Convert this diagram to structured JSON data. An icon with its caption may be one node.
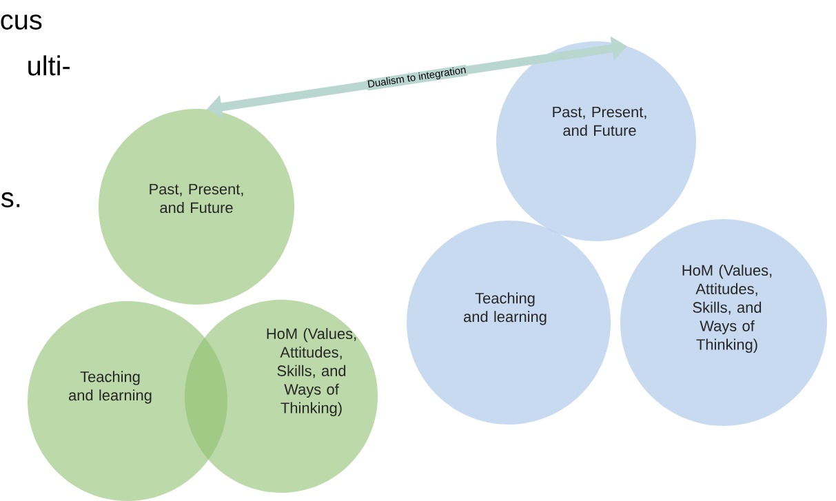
{
  "diagram": {
    "nodes": [
      {
        "text": [
          "Past, Present, and Future"
        ]
      },
      {
        "text": [
          "Teaching and learning"
        ]
      },
      {
        "text": [
          "HoM (Values, Attitudes, Skills, and Ways of Thinking)"
        ]
      },
      {
        "text": [
          "Past, Present, and Future"
        ]
      },
      {
        "text": [
          "Teaching and learning"
        ]
      },
      {
        "text": [
          "HoM (Values, Attitudes, Skills, and Ways of Thinking)"
        ]
      }
    ],
    "edges": [
      {
        "from": 0,
        "to": 3,
        "arrow": "both",
        "label": "Dualism to integration"
      }
    ],
    "labels": [
      "cus",
      "ulti-",
      "s."
    ]
  }
}
